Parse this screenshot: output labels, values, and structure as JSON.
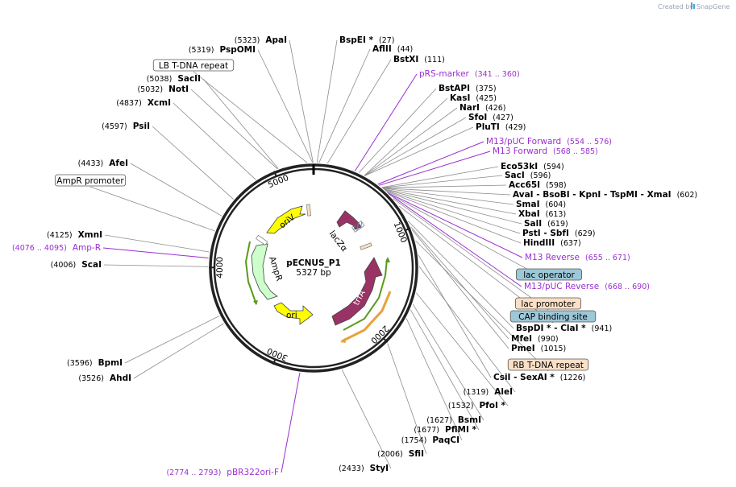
{
  "credit": {
    "prefix": "Created by",
    "brand": "SnapGene"
  },
  "plasmid": {
    "name": "pECNUS_P1",
    "size": "5327 bp",
    "length": 5327
  },
  "ticks": [
    "1000",
    "2000",
    "3000",
    "4000",
    "5000"
  ],
  "features": [
    {
      "label": "oriV",
      "color": "#ffff00"
    },
    {
      "label": "AmpR",
      "color": "#ccffcc"
    },
    {
      "label": "ori",
      "color": "#ffff00"
    },
    {
      "label": "lacZα",
      "color": "#993366"
    },
    {
      "label": "trfA",
      "color": "#993366"
    }
  ],
  "labels": [
    {
      "name": "ApaI",
      "pos": "(5323)"
    },
    {
      "name": "PspOMI",
      "pos": "(5319)"
    },
    {
      "name": "LB T-DNA repeat",
      "pos": ""
    },
    {
      "name": "SacII",
      "pos": "(5038)"
    },
    {
      "name": "NotI",
      "pos": "(5032)"
    },
    {
      "name": "XcmI",
      "pos": "(4837)"
    },
    {
      "name": "PsiI",
      "pos": "(4597)"
    },
    {
      "name": "AfeI",
      "pos": "(4433)"
    },
    {
      "name": "AmpR promoter",
      "pos": ""
    },
    {
      "name": "XmnI",
      "pos": "(4125)"
    },
    {
      "name": "Amp-R",
      "pos": "(4076 .. 4095)"
    },
    {
      "name": "ScaI",
      "pos": "(4006)"
    },
    {
      "name": "BpmI",
      "pos": "(3596)"
    },
    {
      "name": "AhdI",
      "pos": "(3526)"
    },
    {
      "name": "pBR322ori-F",
      "pos": "(2774 .. 2793)"
    },
    {
      "name": "StyI",
      "pos": "(2433)"
    },
    {
      "name": "SfiI",
      "pos": "(2006)"
    },
    {
      "name": "PaqCI",
      "pos": "(1754)"
    },
    {
      "name": "PflMI *",
      "pos": "(1677)"
    },
    {
      "name": "BsmI",
      "pos": "(1627)"
    },
    {
      "name": "PfoI *",
      "pos": "(1532)"
    },
    {
      "name": "AleI",
      "pos": "(1319)"
    },
    {
      "name": "CsiI  - SexAI *",
      "pos": "(1226)"
    },
    {
      "name": "RB T-DNA repeat",
      "pos": ""
    },
    {
      "name": "PmeI",
      "pos": "(1015)"
    },
    {
      "name": "MfeI",
      "pos": "(990)"
    },
    {
      "name": "BspDI *  - ClaI *",
      "pos": "(941)"
    },
    {
      "name": "CAP binding site",
      "pos": ""
    },
    {
      "name": "lac promoter",
      "pos": ""
    },
    {
      "name": "M13/pUC Reverse",
      "pos": "(668 .. 690)"
    },
    {
      "name": "lac operator",
      "pos": ""
    },
    {
      "name": "M13 Reverse",
      "pos": "(655 .. 671)"
    },
    {
      "name": "HindIII",
      "pos": "(637)"
    },
    {
      "name": "PstI  - SbfI",
      "pos": "(629)"
    },
    {
      "name": "SalI",
      "pos": "(619)"
    },
    {
      "name": "XbaI",
      "pos": "(613)"
    },
    {
      "name": "SmaI",
      "pos": "(604)"
    },
    {
      "name": "AvaI  - BsoBI  - KpnI  - TspMI  - XmaI",
      "pos": "(602)"
    },
    {
      "name": "Acc65I",
      "pos": "(598)"
    },
    {
      "name": "SacI",
      "pos": "(596)"
    },
    {
      "name": "Eco53kI",
      "pos": "(594)"
    },
    {
      "name": "M13 Forward",
      "pos": "(568 .. 585)"
    },
    {
      "name": "M13/pUC Forward",
      "pos": "(554 .. 576)"
    },
    {
      "name": "PluTI",
      "pos": "(429)"
    },
    {
      "name": "SfoI",
      "pos": "(427)"
    },
    {
      "name": "NarI",
      "pos": "(426)"
    },
    {
      "name": "KasI",
      "pos": "(425)"
    },
    {
      "name": "BstAPI",
      "pos": "(375)"
    },
    {
      "name": "pRS-marker",
      "pos": "(341 .. 360)"
    },
    {
      "name": "BstXI",
      "pos": "(111)"
    },
    {
      "name": "AflII",
      "pos": "(44)"
    },
    {
      "name": "BspEI *",
      "pos": "(27)"
    }
  ]
}
